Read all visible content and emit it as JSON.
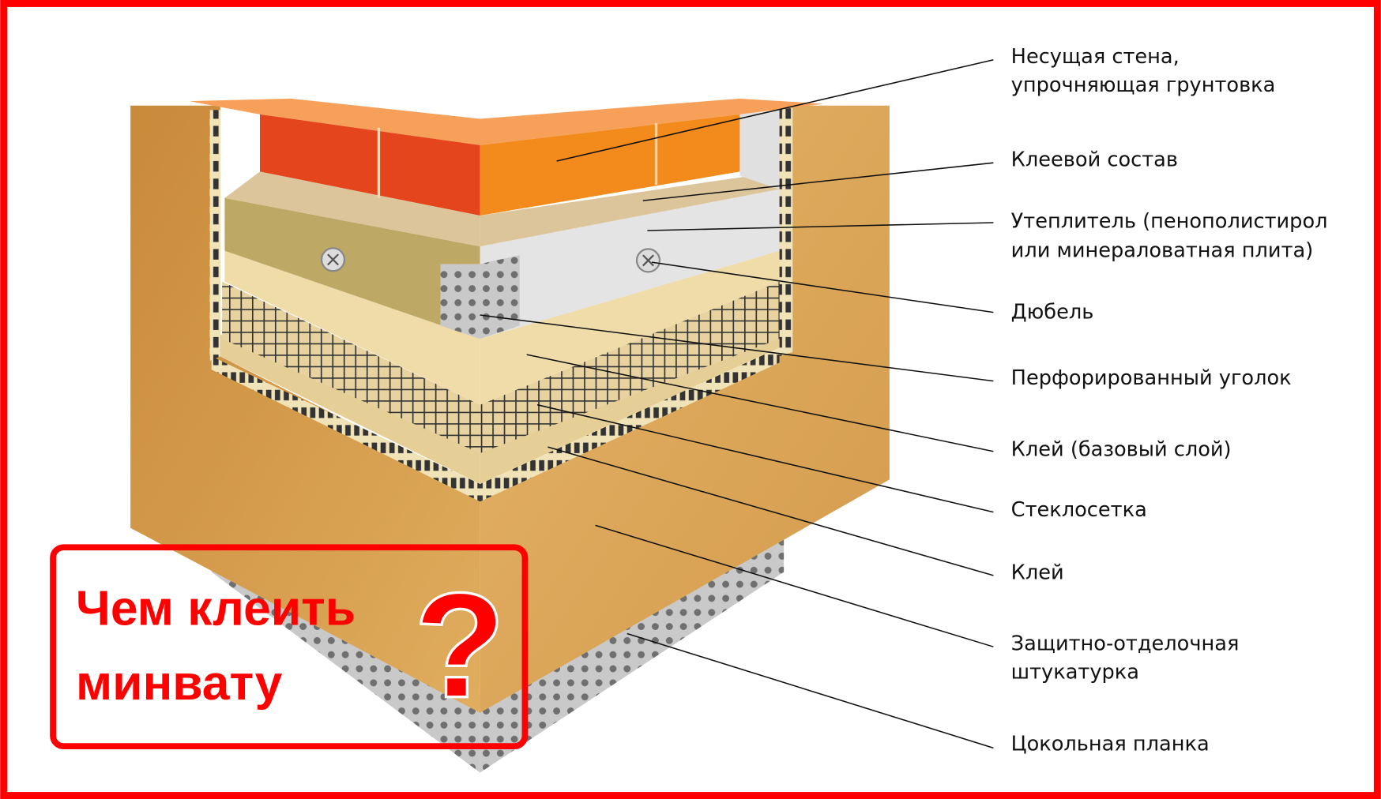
{
  "labels": [
    {
      "lines": [
        "Несущая стена,",
        "упрочняющая грунтовка"
      ]
    },
    {
      "lines": [
        "Клеевой состав"
      ]
    },
    {
      "lines": [
        "Утеплитель (пенополистирол",
        "или минераловатная плита)"
      ]
    },
    {
      "lines": [
        "Дюбель"
      ]
    },
    {
      "lines": [
        "Перфорированный уголок"
      ]
    },
    {
      "lines": [
        "Клей (базовый слой)"
      ]
    },
    {
      "lines": [
        "Стеклосетка"
      ]
    },
    {
      "lines": [
        "Клей"
      ]
    },
    {
      "lines": [
        "Защитно-отделочная",
        "штукатурка"
      ]
    },
    {
      "lines": [
        "Цокольная планка"
      ]
    }
  ],
  "question_box": {
    "line1": "Чем клеить",
    "line2": "минвату",
    "mark": "?"
  },
  "colors": {
    "frame": "#ff0000",
    "plaster": "#d9a24e",
    "brick": "#f07a1a",
    "mesh": "#3a3a3a"
  }
}
